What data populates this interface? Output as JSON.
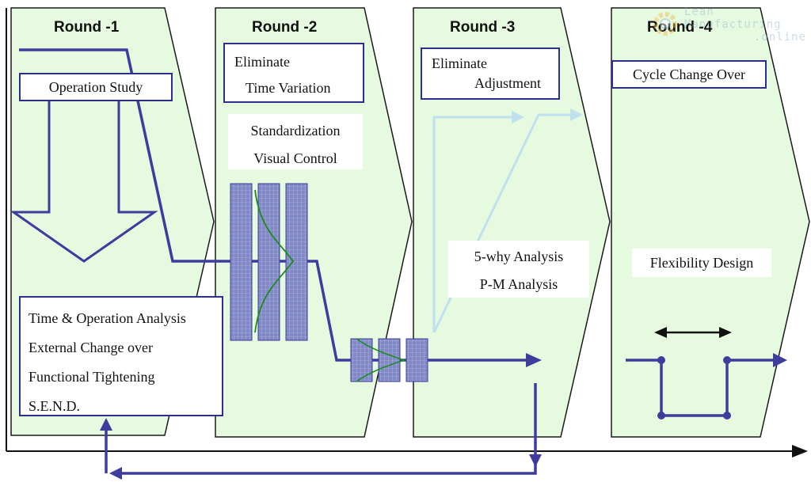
{
  "stages": [
    {
      "title": "Round -1"
    },
    {
      "title": "Round -2"
    },
    {
      "title": "Round -3"
    },
    {
      "title": "Round -4"
    }
  ],
  "round1": {
    "operation_study": "Operation Study",
    "analysis_items": [
      "Time & Operation Analysis",
      "External Change over",
      "Functional Tightening",
      "S.E.N.D."
    ]
  },
  "round2": {
    "eliminate_line1": "Eliminate",
    "eliminate_line2": "Time Variation",
    "method1": "Standardization",
    "method2": "Visual Control"
  },
  "round3": {
    "eliminate_line1": "Eliminate",
    "eliminate_line2": "Adjustment",
    "method1": "5-why Analysis",
    "method2": "P-M Analysis"
  },
  "round4": {
    "cycle_change": "Cycle Change Over",
    "flexibility": "Flexibility Design"
  },
  "watermark": {
    "line1": "Lean",
    "line2": "Manufacturing",
    "line3": ".online"
  },
  "colors": {
    "stage_fill": "#e6fae0",
    "stage_stroke": "#1a1a1a",
    "flow": "#3d3d9e",
    "light_arrow": "#bfe0ef",
    "hist_fill": "#8088c6",
    "curve": "#1a8a1a"
  }
}
